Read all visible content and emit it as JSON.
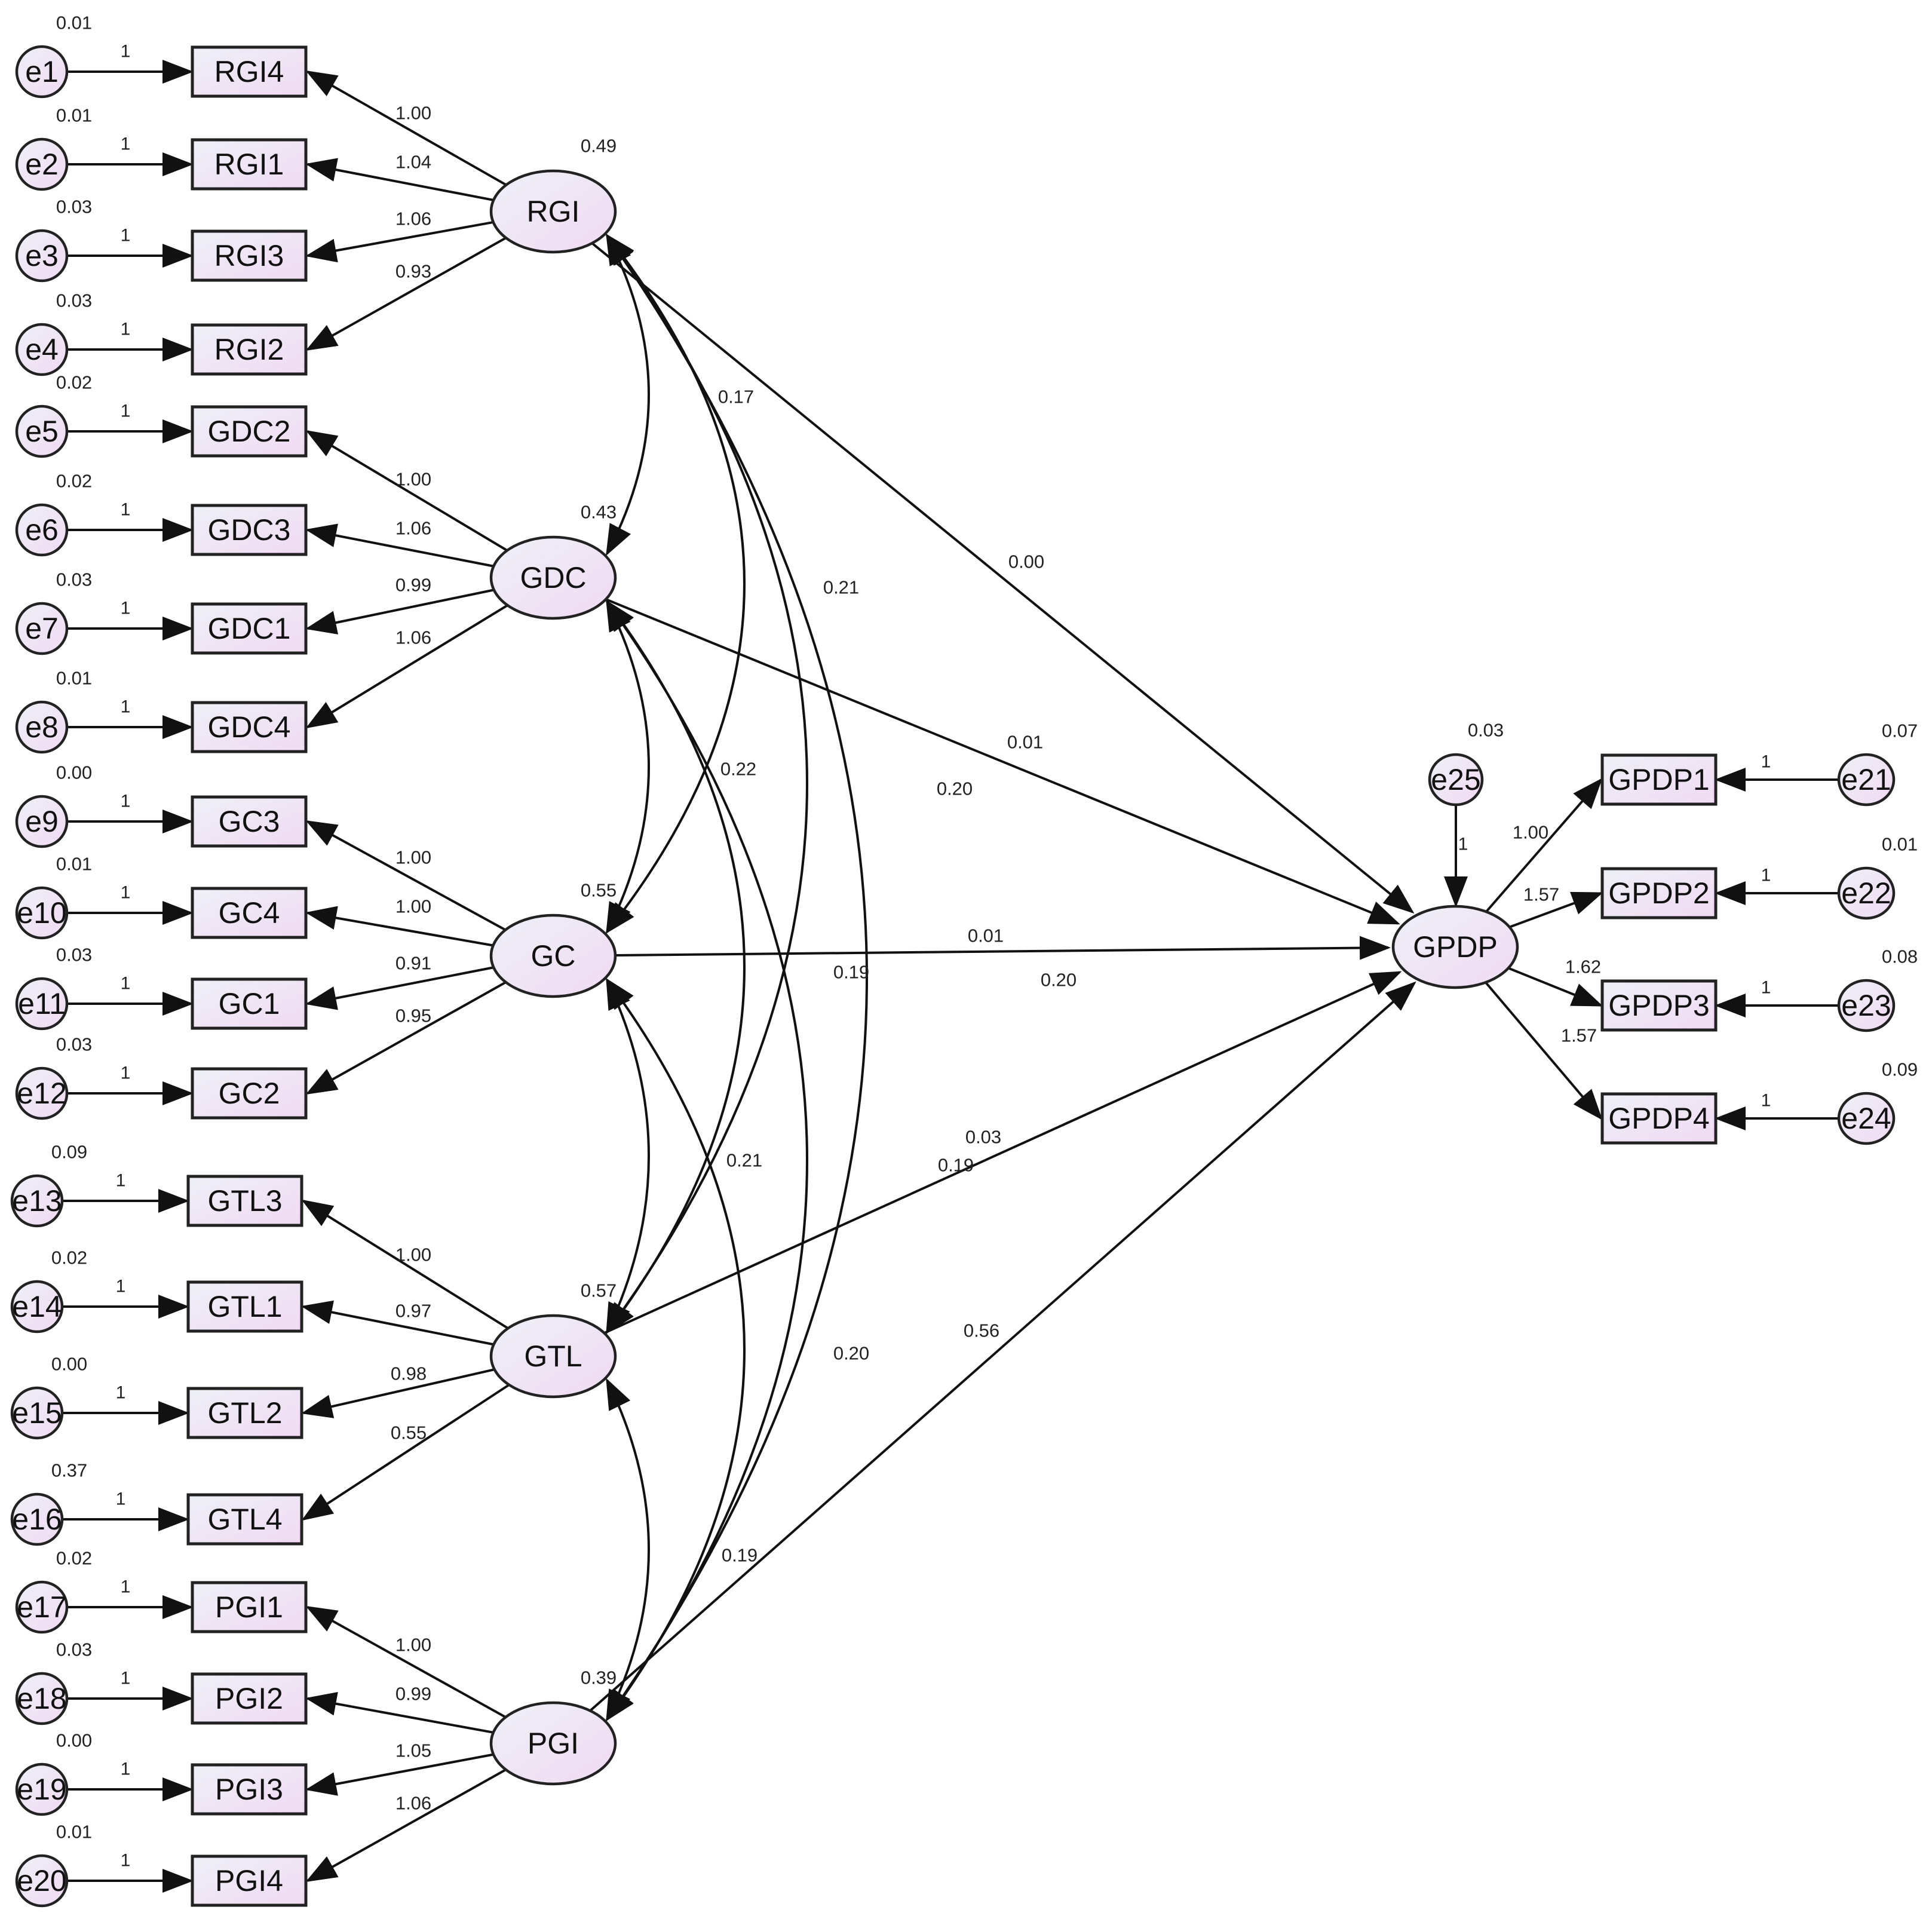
{
  "colors": {
    "node_fill_light": "#eef0f6",
    "node_fill_tint": "#f0daf3",
    "stroke": "#222222",
    "background": "#ffffff"
  },
  "latents": [
    {
      "id": "RGI",
      "label": "RGI",
      "variance": "0.49"
    },
    {
      "id": "GDC",
      "label": "GDC",
      "variance": "0.43"
    },
    {
      "id": "GC",
      "label": "GC",
      "variance": "0.55"
    },
    {
      "id": "GTL",
      "label": "GTL",
      "variance": "0.57"
    },
    {
      "id": "PGI",
      "label": "PGI",
      "variance": "0.39"
    },
    {
      "id": "GPDP",
      "label": "GPDP",
      "variance": ""
    }
  ],
  "observed": [
    {
      "id": "RGI4",
      "label": "RGI4",
      "latent": "RGI",
      "loading": "1.00",
      "error": {
        "label": "e1",
        "variance": "0.01",
        "path": "1"
      }
    },
    {
      "id": "RGI1",
      "label": "RGI1",
      "latent": "RGI",
      "loading": "1.04",
      "error": {
        "label": "e2",
        "variance": "0.01",
        "path": "1"
      }
    },
    {
      "id": "RGI3",
      "label": "RGI3",
      "latent": "RGI",
      "loading": "1.06",
      "error": {
        "label": "e3",
        "variance": "0.03",
        "path": "1"
      }
    },
    {
      "id": "RGI2",
      "label": "RGI2",
      "latent": "RGI",
      "loading": "0.93",
      "error": {
        "label": "e4",
        "variance": "0.03",
        "path": "1"
      }
    },
    {
      "id": "GDC2",
      "label": "GDC2",
      "latent": "GDC",
      "loading": "1.00",
      "error": {
        "label": "e5",
        "variance": "0.02",
        "path": "1"
      }
    },
    {
      "id": "GDC3",
      "label": "GDC3",
      "latent": "GDC",
      "loading": "1.06",
      "error": {
        "label": "e6",
        "variance": "0.02",
        "path": "1"
      }
    },
    {
      "id": "GDC1",
      "label": "GDC1",
      "latent": "GDC",
      "loading": "0.99",
      "error": {
        "label": "e7",
        "variance": "0.03",
        "path": "1"
      }
    },
    {
      "id": "GDC4",
      "label": "GDC4",
      "latent": "GDC",
      "loading": "1.06",
      "error": {
        "label": "e8",
        "variance": "0.01",
        "path": "1"
      }
    },
    {
      "id": "GC3",
      "label": "GC3",
      "latent": "GC",
      "loading": "1.00",
      "error": {
        "label": "e9",
        "variance": "0.00",
        "path": "1"
      }
    },
    {
      "id": "GC4",
      "label": "GC4",
      "latent": "GC",
      "loading": "1.00",
      "error": {
        "label": "e10",
        "variance": "0.01",
        "path": "1"
      }
    },
    {
      "id": "GC1",
      "label": "GC1",
      "latent": "GC",
      "loading": "0.91",
      "error": {
        "label": "e11",
        "variance": "0.03",
        "path": "1"
      }
    },
    {
      "id": "GC2",
      "label": "GC2",
      "latent": "GC",
      "loading": "0.95",
      "error": {
        "label": "e12",
        "variance": "0.03",
        "path": "1"
      }
    },
    {
      "id": "GTL3",
      "label": "GTL3",
      "latent": "GTL",
      "loading": "1.00",
      "error": {
        "label": "e13",
        "variance": "0.09",
        "path": "1"
      }
    },
    {
      "id": "GTL1",
      "label": "GTL1",
      "latent": "GTL",
      "loading": "0.97",
      "error": {
        "label": "e14",
        "variance": "0.02",
        "path": "1"
      }
    },
    {
      "id": "GTL2",
      "label": "GTL2",
      "latent": "GTL",
      "loading": "0.98",
      "error": {
        "label": "e15",
        "variance": "0.00",
        "path": "1"
      }
    },
    {
      "id": "GTL4",
      "label": "GTL4",
      "latent": "GTL",
      "loading": "0.55",
      "error": {
        "label": "e16",
        "variance": "0.37",
        "path": "1"
      }
    },
    {
      "id": "PGI1",
      "label": "PGI1",
      "latent": "PGI",
      "loading": "1.00",
      "error": {
        "label": "e17",
        "variance": "0.02",
        "path": "1"
      }
    },
    {
      "id": "PGI2",
      "label": "PGI2",
      "latent": "PGI",
      "loading": "0.99",
      "error": {
        "label": "e18",
        "variance": "0.03",
        "path": "1"
      }
    },
    {
      "id": "PGI3",
      "label": "PGI3",
      "latent": "PGI",
      "loading": "1.05",
      "error": {
        "label": "e19",
        "variance": "0.00",
        "path": "1"
      }
    },
    {
      "id": "PGI4",
      "label": "PGI4",
      "latent": "PGI",
      "loading": "1.06",
      "error": {
        "label": "e20",
        "variance": "0.01",
        "path": "1"
      }
    },
    {
      "id": "GPDP1",
      "label": "GPDP1",
      "latent": "GPDP",
      "loading": "1.00",
      "error": {
        "label": "e21",
        "variance": "0.07",
        "path": "1"
      }
    },
    {
      "id": "GPDP2",
      "label": "GPDP2",
      "latent": "GPDP",
      "loading": "1.57",
      "error": {
        "label": "e22",
        "variance": "0.01",
        "path": "1"
      }
    },
    {
      "id": "GPDP3",
      "label": "GPDP3",
      "latent": "GPDP",
      "loading": "1.62",
      "error": {
        "label": "e23",
        "variance": "0.08",
        "path": "1"
      }
    },
    {
      "id": "GPDP4",
      "label": "GPDP4",
      "latent": "GPDP",
      "loading": "1.57",
      "error": {
        "label": "e24",
        "variance": "0.09",
        "path": "1"
      }
    }
  ],
  "structural_disturbance": {
    "label": "e25",
    "variance": "0.03",
    "path": "1",
    "target": "GPDP"
  },
  "regressions": [
    {
      "from": "RGI",
      "to": "GPDP",
      "estimate": "0.00"
    },
    {
      "from": "GDC",
      "to": "GPDP",
      "estimate": "0.01"
    },
    {
      "from": "GC",
      "to": "GPDP",
      "estimate": "0.01"
    },
    {
      "from": "GTL",
      "to": "GPDP",
      "estimate": "0.03"
    },
    {
      "from": "PGI",
      "to": "GPDP",
      "estimate": "0.56"
    }
  ],
  "covariances": [
    {
      "a": "RGI",
      "b": "GDC",
      "estimate": "0.17"
    },
    {
      "a": "GDC",
      "b": "GC",
      "estimate": "0.22"
    },
    {
      "a": "GC",
      "b": "GTL",
      "estimate": "0.21"
    },
    {
      "a": "GTL",
      "b": "PGI",
      "estimate": "0.19"
    },
    {
      "a": "RGI",
      "b": "GC",
      "estimate": "0.21"
    },
    {
      "a": "GDC",
      "b": "GTL",
      "estimate": "0.19"
    },
    {
      "a": "GC",
      "b": "PGI",
      "estimate": "0.20"
    },
    {
      "a": "RGI",
      "b": "GTL",
      "estimate": "0.20"
    },
    {
      "a": "GDC",
      "b": "PGI",
      "estimate": "0.19"
    },
    {
      "a": "RGI",
      "b": "PGI",
      "estimate": "0.20"
    }
  ]
}
